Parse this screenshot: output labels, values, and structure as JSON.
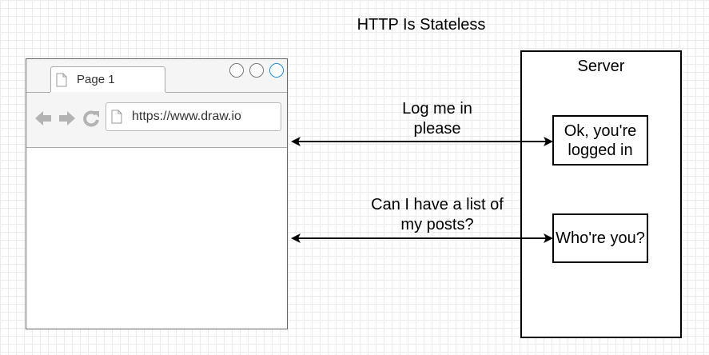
{
  "diagram": {
    "title": "HTTP Is Stateless",
    "browser": {
      "tab_label": "Page 1",
      "url": "https://www.draw.io"
    },
    "server": {
      "label": "Server",
      "responses": [
        "Ok, you're logged in",
        "Who're you?"
      ]
    },
    "messages": [
      "Log me in please",
      "Can I have a list of my posts?"
    ],
    "colors": {
      "stroke": "#000000",
      "window_button_active": "#1f8fd6",
      "nav_icon": "#b3b3b3",
      "grid": "#ebebeb"
    }
  }
}
